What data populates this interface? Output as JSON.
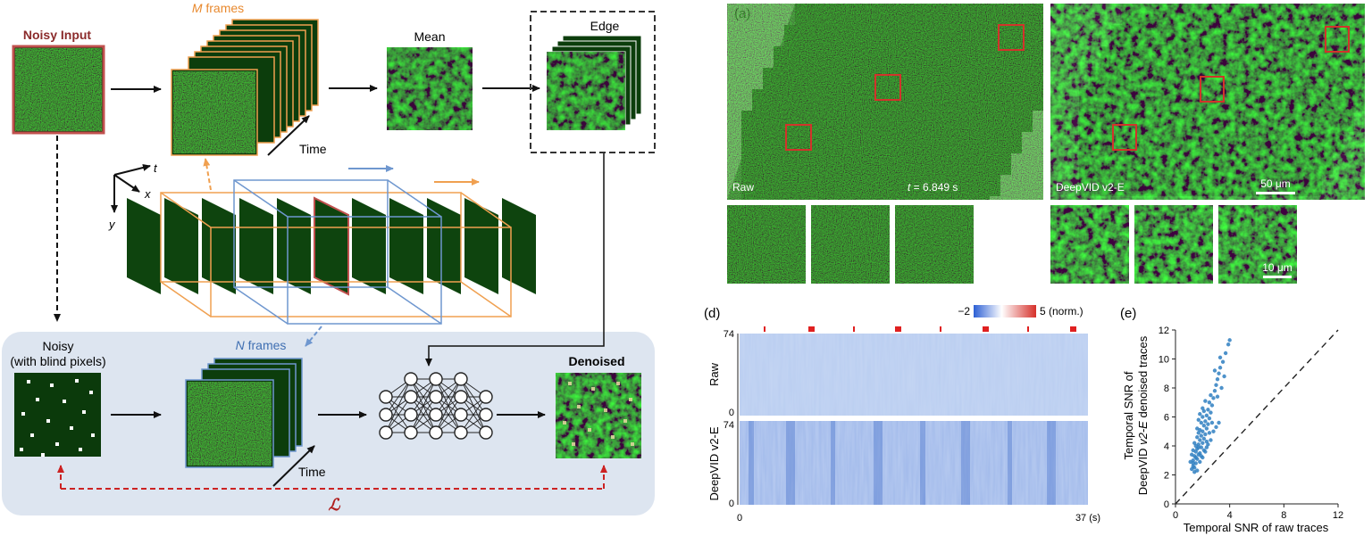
{
  "pipeline": {
    "noisy_input_label": "Noisy Input",
    "m_frames_prefix": "M",
    "m_frames_suffix": " frames",
    "mean_label": "Mean",
    "edge_label": "Edge",
    "time_label": "Time",
    "axis_t": "t",
    "axis_x": "x",
    "axis_y": "y",
    "noisy_blind_line1": "Noisy",
    "noisy_blind_line2": "(with blind pixels)",
    "n_frames_prefix": "N",
    "n_frames_suffix": " frames",
    "denoised_label": "Denoised",
    "time_label_2": "Time",
    "loss_symbol": "ℒ"
  },
  "panel_a": {
    "label": "(a)",
    "raw_label": "Raw",
    "time_prefix": "t",
    "time_suffix": " = 6.849 s",
    "denoised_label": "DeepVID v2-E",
    "scale_50": "50 μm",
    "scale_10": "10 μm"
  },
  "panel_d": {
    "label": "(d)",
    "cbar_min": "−2",
    "cbar_max": "5 (norm.)",
    "raw_label": "Raw",
    "denoised_label": "DeepVID v2-E",
    "tick_74_top": "74",
    "tick_0_top": "0",
    "tick_74_bottom": "74",
    "tick_0_bottom": "0",
    "x_start": "0",
    "x_end": "37 (s)"
  },
  "panel_e": {
    "label": "(e)",
    "xlabel": "Temporal SNR of raw traces",
    "ylabel_line1": "Temporal SNR of",
    "ylabel_line2_prefix": "DeepVID ",
    "ylabel_line2_italic": "v2-E",
    "ylabel_line2_suffix": " denoised traces",
    "xticks": [
      "0",
      "4",
      "8",
      "12"
    ],
    "yticks": [
      "0",
      "2",
      "4",
      "6",
      "8",
      "10",
      "12"
    ]
  },
  "chart_data": {
    "type": "scatter",
    "xlim": [
      0,
      12
    ],
    "ylim": [
      0,
      12
    ],
    "xlabel": "Temporal SNR of raw traces",
    "ylabel": "Temporal SNR of DeepVID v2-E denoised traces",
    "reference_line": "y = x (dashed)",
    "series": [
      {
        "color": "#2f7fc1",
        "points": [
          [
            1.2,
            2.4
          ],
          [
            1.3,
            2.6
          ],
          [
            1.4,
            2.5
          ],
          [
            1.5,
            2.8
          ],
          [
            1.3,
            3.0
          ],
          [
            1.6,
            3.1
          ],
          [
            1.4,
            3.3
          ],
          [
            1.7,
            3.4
          ],
          [
            1.5,
            3.6
          ],
          [
            1.8,
            3.5
          ],
          [
            1.6,
            3.8
          ],
          [
            1.9,
            3.9
          ],
          [
            1.7,
            4.1
          ],
          [
            2.0,
            4.2
          ],
          [
            1.8,
            4.4
          ],
          [
            1.5,
            4.0
          ],
          [
            1.3,
            3.7
          ],
          [
            2.1,
            4.5
          ],
          [
            1.9,
            4.7
          ],
          [
            1.6,
            4.6
          ],
          [
            2.2,
            4.8
          ],
          [
            2.0,
            5.0
          ],
          [
            1.8,
            5.1
          ],
          [
            2.3,
            5.2
          ],
          [
            2.1,
            5.4
          ],
          [
            1.7,
            4.9
          ],
          [
            2.4,
            5.5
          ],
          [
            2.2,
            5.7
          ],
          [
            1.9,
            5.6
          ],
          [
            2.5,
            5.9
          ],
          [
            2.3,
            6.1
          ],
          [
            2.0,
            6.0
          ],
          [
            2.6,
            6.3
          ],
          [
            2.4,
            6.5
          ],
          [
            2.1,
            6.4
          ],
          [
            2.7,
            6.8
          ],
          [
            2.5,
            7.0
          ],
          [
            2.8,
            7.3
          ],
          [
            2.6,
            7.5
          ],
          [
            2.9,
            7.8
          ],
          [
            3.0,
            8.2
          ],
          [
            3.1,
            8.6
          ],
          [
            3.2,
            9.0
          ],
          [
            3.3,
            9.4
          ],
          [
            3.5,
            9.8
          ],
          [
            3.7,
            10.4
          ],
          [
            3.9,
            11.0
          ],
          [
            4.0,
            11.3
          ],
          [
            3.4,
            8.0
          ],
          [
            3.1,
            7.4
          ],
          [
            2.2,
            3.6
          ],
          [
            2.4,
            4.1
          ],
          [
            2.6,
            4.4
          ],
          [
            2.8,
            5.0
          ],
          [
            3.0,
            5.3
          ],
          [
            3.2,
            5.6
          ],
          [
            1.1,
            2.9
          ],
          [
            1.2,
            3.4
          ],
          [
            1.4,
            4.2
          ],
          [
            1.6,
            5.2
          ],
          [
            1.7,
            5.8
          ],
          [
            1.8,
            6.2
          ],
          [
            2.0,
            6.6
          ],
          [
            2.2,
            7.1
          ],
          [
            3.6,
            8.8
          ],
          [
            3.3,
            10.1
          ],
          [
            2.9,
            9.2
          ],
          [
            1.5,
            3.2
          ],
          [
            1.9,
            3.3
          ],
          [
            2.3,
            3.9
          ],
          [
            1.4,
            2.2
          ],
          [
            1.6,
            2.3
          ],
          [
            1.8,
            2.9
          ],
          [
            2.0,
            3.2
          ],
          [
            2.1,
            3.7
          ],
          [
            2.3,
            4.3
          ],
          [
            2.5,
            4.9
          ],
          [
            2.7,
            5.6
          ],
          [
            1.3,
            2.8
          ],
          [
            1.7,
            3.9
          ]
        ]
      }
    ]
  },
  "colors": {
    "green_dark": "#0b3d0b",
    "green_noise": "#1f7a1f",
    "orange": "#f0a050",
    "blue": "#6f97cf",
    "red_box": "#d2332b",
    "noisy_border": "#c0504d",
    "panel_bg": "#dde5f0",
    "heat_blue": "#3a67c8"
  },
  "icons": {
    "network": "neural-network-icon",
    "arrow": "right-arrow-icon"
  }
}
